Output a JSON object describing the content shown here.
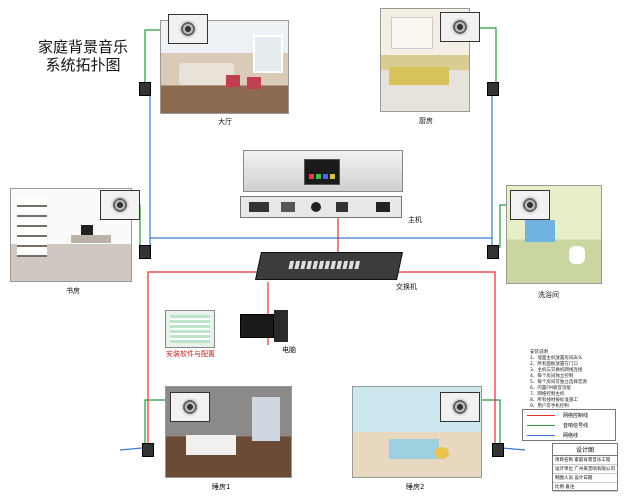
{
  "title": {
    "line1": "家庭背景音乐",
    "line2": "系统拓扑图"
  },
  "rooms": {
    "living": "大厅",
    "kitchen": "厨房",
    "study": "书房",
    "bathroom": "洗浴间",
    "bedroom1": "睡房1",
    "bedroom2": "睡房2"
  },
  "devices": {
    "host": "主机",
    "switch": "交换机",
    "computer": "电脑",
    "software": "安装软件与配置"
  },
  "notes": {
    "heading": "安装说明",
    "lines": [
      "1、墙面主机放置房间床头",
      "2、所有面板放置在门口",
      "3、主机与交换机网线连接",
      "4、每个房间独立控制",
      "5、每个房间可独立选择音源",
      "6、内置FM收音功能",
      "7、网络控制主机",
      "8、所有线材按标准施工",
      "9、用户可手机控制"
    ]
  },
  "legend": [
    {
      "label": "网络控制线",
      "color": "#e03030"
    },
    {
      "label": "音响信号线",
      "color": "#2a9a3a"
    },
    {
      "label": "网络线",
      "color": "#3a7ad0"
    }
  ],
  "titleblock": {
    "head": "设计图",
    "rows": [
      "项目名称  家庭背景音乐工程",
      "设计单位  广州某音响有限公司",
      "制图人员  设计日期",
      "比例  备注"
    ]
  }
}
